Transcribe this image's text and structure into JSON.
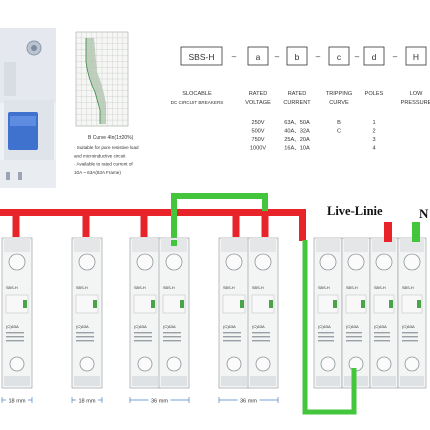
{
  "code": {
    "series_box": "SBS-H",
    "dash": "–",
    "field_boxes": [
      "a",
      "b",
      "c",
      "d",
      "H"
    ],
    "columns": [
      {
        "line1": "SLOCABLE",
        "line2": "DC CIRCUIT BREAKERS",
        "values": []
      },
      {
        "line1": "RATED",
        "line2": "VOLTAGE",
        "values": [
          "250V",
          "500V",
          "750V",
          "1000V"
        ]
      },
      {
        "line1": "RATED",
        "line2": "CURRENT",
        "values": [
          "63A、50A",
          "40A、32A",
          "25A、20A",
          "16A、10A"
        ]
      },
      {
        "line1": "TRIPPING",
        "line2": "CURVE",
        "values": [
          "B",
          "C"
        ]
      },
      {
        "line1": "POLES",
        "line2": "",
        "values": [
          "1",
          "2",
          "3",
          "4"
        ]
      },
      {
        "line1": "LOW",
        "line2": "PRESSURE",
        "values": []
      }
    ]
  },
  "curve": {
    "caption": "B Curve  4In(1±20%)",
    "notes": [
      "· Suitable for pure resistive load",
      "  and microinductive circuit",
      "· Available to rated current of",
      "  10A ~ 63A(63A Frame)"
    ]
  },
  "wiring": {
    "live_label": "Live-Linie",
    "n_label": "N",
    "breaker_brand": "SBS-H",
    "breaker_rating": "(C)63A",
    "dimensions": [
      "18 mm",
      "18 mm",
      "36 mm",
      "36 mm"
    ],
    "colors": {
      "live": "#e8232a",
      "neutral": "#43c53c",
      "housing": "#f3f4f4",
      "toggle": "#3a6fd0"
    }
  }
}
